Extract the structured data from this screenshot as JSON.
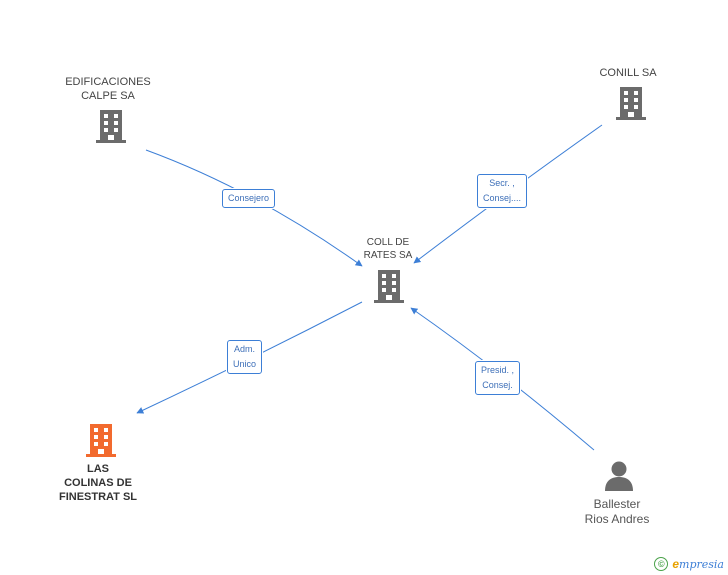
{
  "nodes": {
    "edificaciones": {
      "label_lines": [
        "EDIFICACIONES",
        "CALPE SA"
      ],
      "kind": "company"
    },
    "conill": {
      "label_lines": [
        "CONILL SA"
      ],
      "kind": "company"
    },
    "coll": {
      "label_lines": [
        "COLL DE",
        "RATES SA"
      ],
      "kind": "company"
    },
    "colinas": {
      "label_lines": [
        "LAS",
        "COLINAS DE",
        "FINESTRAT SL"
      ],
      "kind": "company-main"
    },
    "ballester": {
      "label_lines": [
        "Ballester",
        "Rios Andres"
      ],
      "kind": "person"
    }
  },
  "edges": [
    {
      "from": "edificaciones",
      "to": "coll",
      "label_lines": [
        "Consejero"
      ]
    },
    {
      "from": "conill",
      "to": "coll",
      "label_lines": [
        "Secr. ,",
        "Consej...."
      ]
    },
    {
      "from": "coll",
      "to": "colinas",
      "label_lines": [
        "Adm.",
        "Unico"
      ]
    },
    {
      "from": "ballester",
      "to": "coll",
      "label_lines": [
        "Presid. ,",
        "Consej."
      ]
    }
  ],
  "colors": {
    "edge": "#3d7fd6",
    "icon_default": "#6b6b6b",
    "icon_main": "#f26a2e"
  },
  "brand": {
    "copyright": "©",
    "e": "e",
    "rest": "mpresia"
  }
}
